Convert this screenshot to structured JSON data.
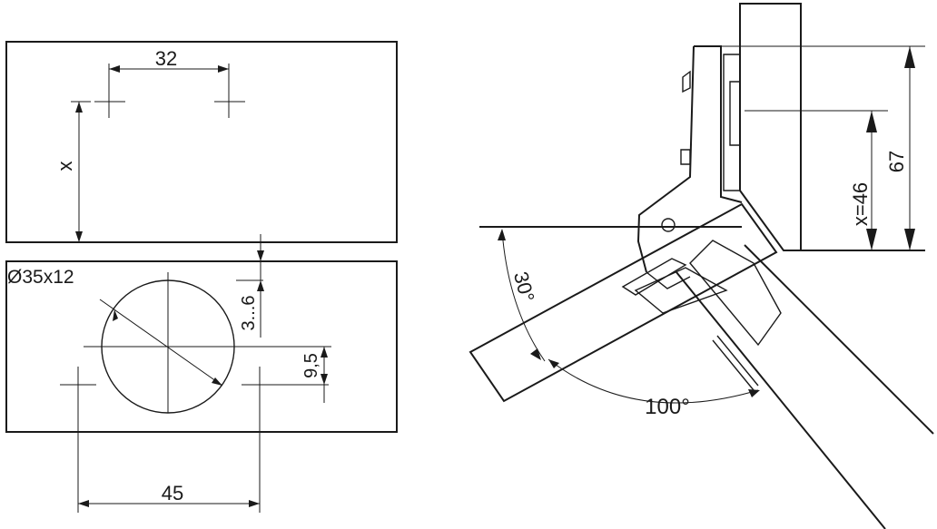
{
  "drawing": {
    "left_view": {
      "hole_spacing": "32",
      "distance_x": "x",
      "cup_hole": "Ø35x12",
      "edge_distance": "3...6",
      "offset": "9,5",
      "screw_spacing": "45"
    },
    "right_view": {
      "angle_offset": "30°",
      "opening_angle": "100°",
      "x_value": "x=46",
      "height": "67"
    }
  }
}
